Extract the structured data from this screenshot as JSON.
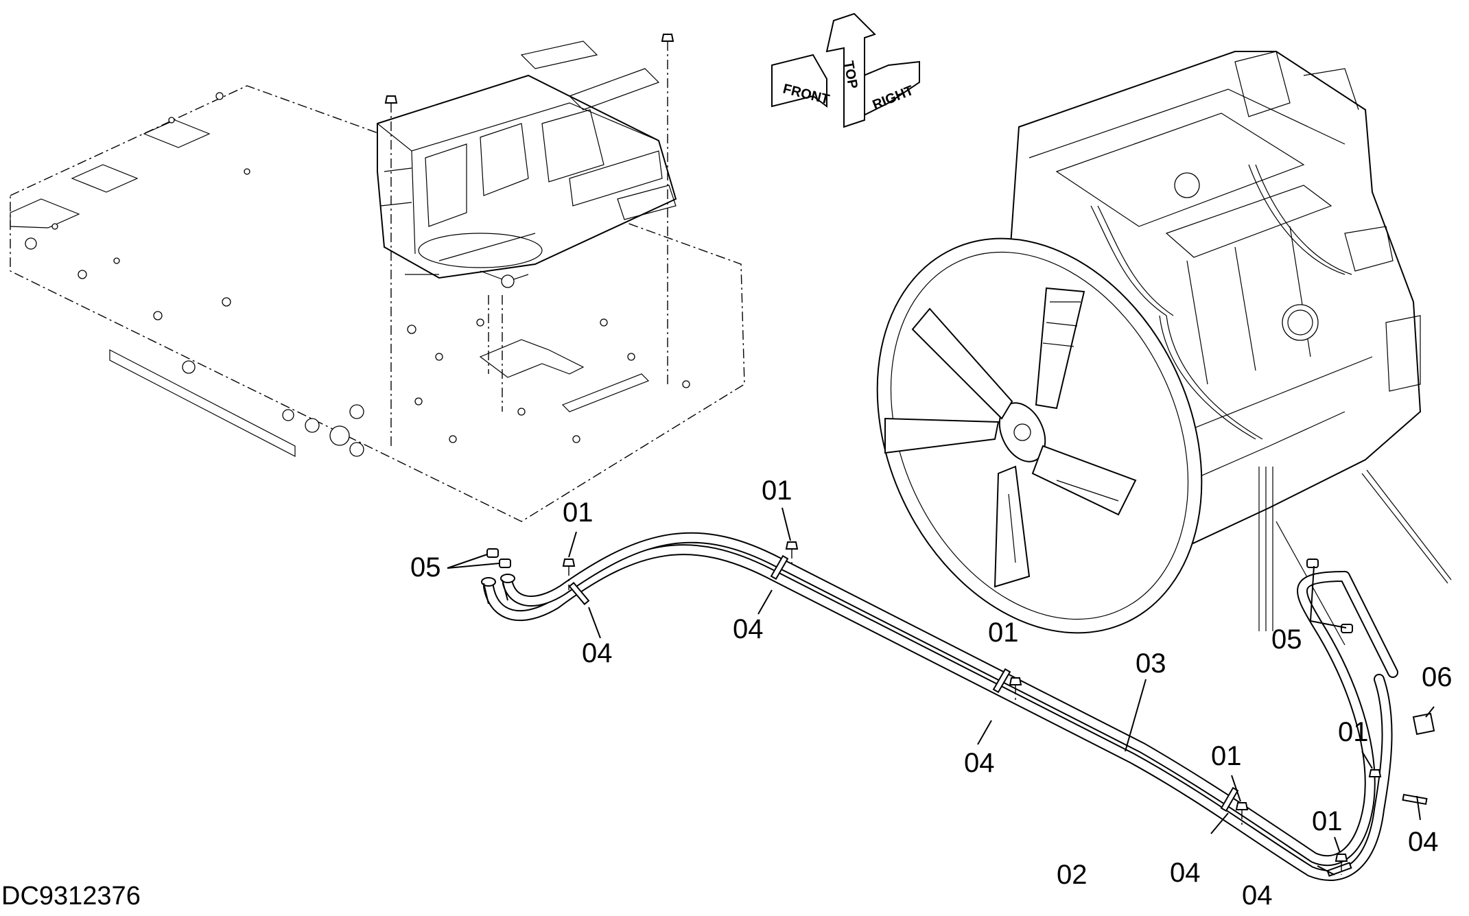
{
  "drawing_id": "DC9312376",
  "orientation": {
    "labels": [
      "TOP",
      "FRONT",
      "RIGHT"
    ]
  },
  "callouts": {
    "c01a": "01",
    "c01b": "01",
    "c01c": "01",
    "c01d": "01",
    "c01e": "01",
    "c01f": "01",
    "c02": "02",
    "c03": "03",
    "c04a": "04",
    "c04b": "04",
    "c04c": "04",
    "c04d": "04",
    "c04e": "04",
    "c04f": "04",
    "c05a": "05",
    "c05b": "05",
    "c06": "06"
  }
}
